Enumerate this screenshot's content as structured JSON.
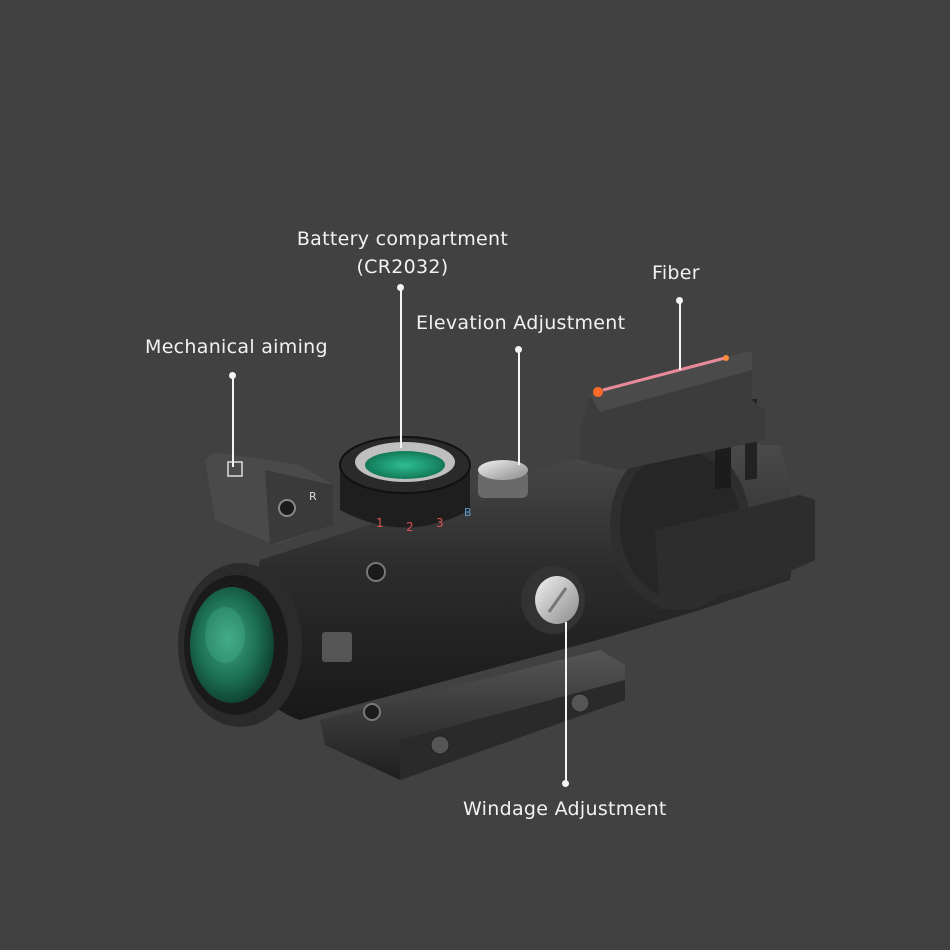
{
  "background_color": "#414141",
  "product": {
    "name": "scope-product-photo",
    "body_color": "#2a2a2a",
    "lens_color": "#1f7a5c",
    "fiber_color": "#e98a9a",
    "fiber_tip_color": "#ff6a2a",
    "turret_markings": [
      "1",
      "2",
      "3",
      "B"
    ],
    "sight_marking": "R"
  },
  "callouts": [
    {
      "id": "battery",
      "line1": "Battery compartment",
      "line2": "(CR2032)"
    },
    {
      "id": "fiber",
      "line1": "Fiber"
    },
    {
      "id": "elevation",
      "line1": "Elevation Adjustment"
    },
    {
      "id": "mechanical",
      "line1": "Mechanical aiming"
    },
    {
      "id": "windage",
      "line1": "Windage Adjustment"
    }
  ]
}
